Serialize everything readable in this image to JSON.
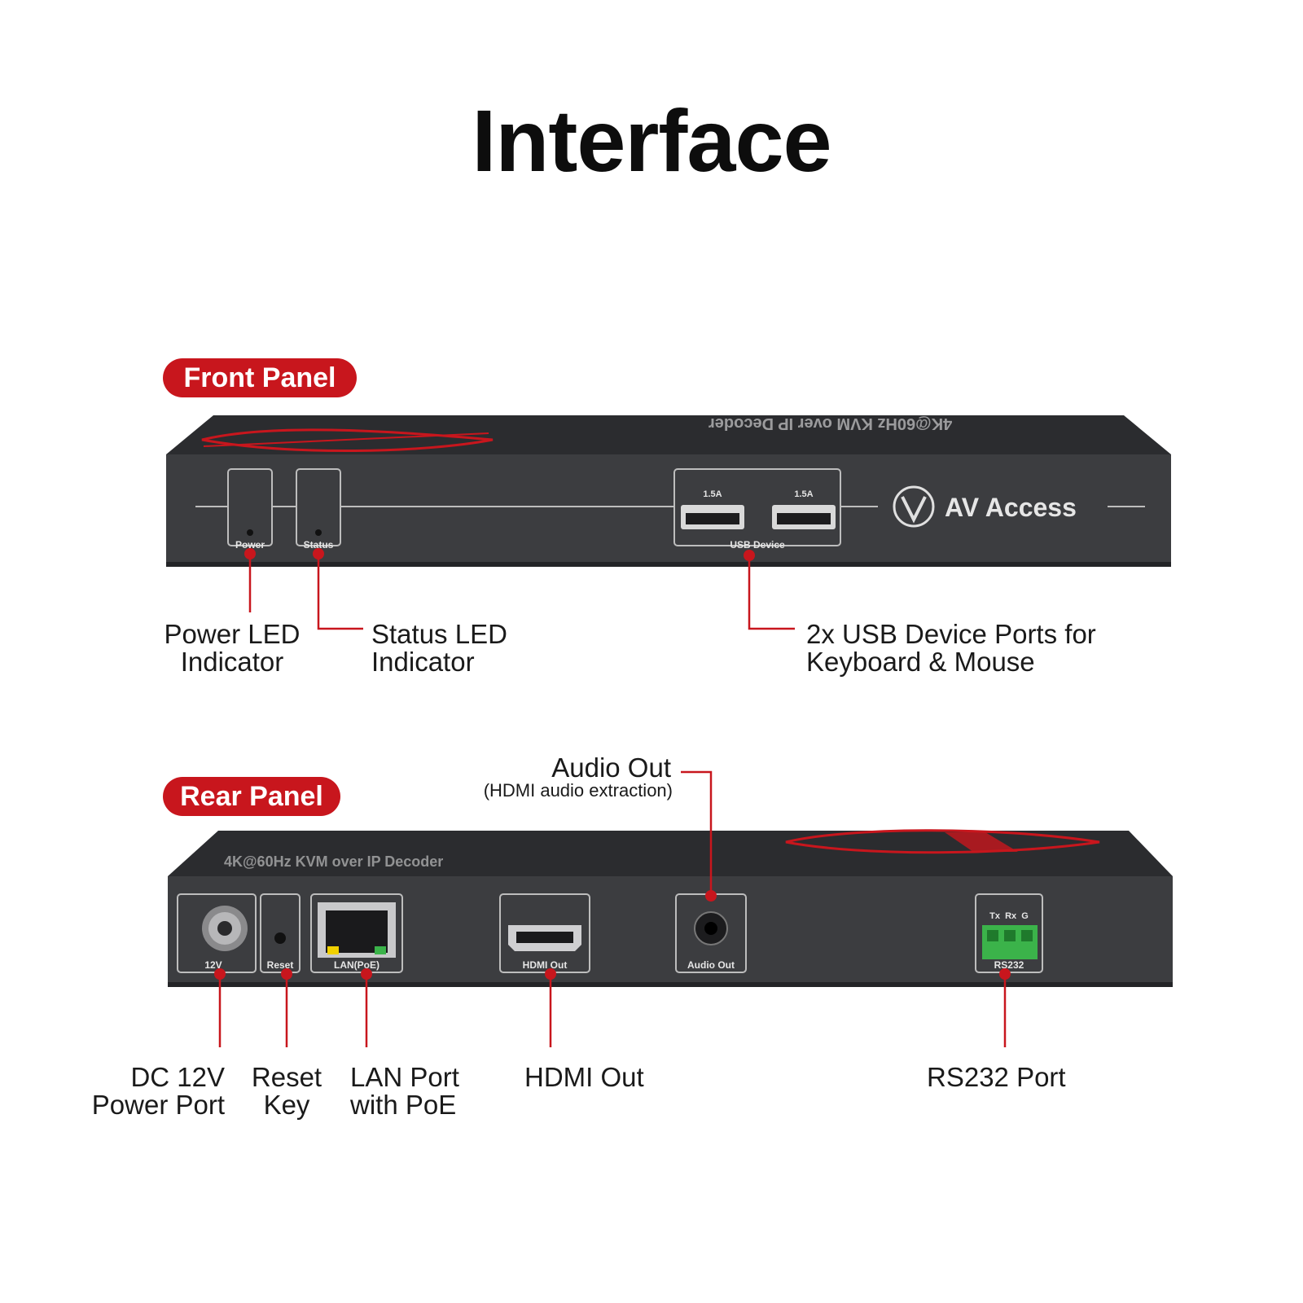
{
  "title": "Interface",
  "front": {
    "badge": "Front Panel",
    "device": {
      "top_text": "4K@60Hz KVM over IP Decoder",
      "power_label": "Power",
      "status_label": "Status",
      "usb_rating_1": "1.5A",
      "usb_rating_2": "1.5A",
      "usb_label": "USB Device",
      "brand": "AV Access"
    },
    "callouts": {
      "power_line1": "Power LED",
      "power_line2": "Indicator",
      "status_line1": "Status LED",
      "status_line2": "Indicator",
      "usb_line1": "2x USB Device Ports for",
      "usb_line2": "Keyboard & Mouse"
    }
  },
  "rear": {
    "badge": "Rear Panel",
    "device": {
      "top_text": "4K@60Hz KVM over IP Decoder",
      "dc_label": "12V",
      "reset_label": "Reset",
      "lan_label": "LAN(PoE)",
      "hdmi_label": "HDMI Out",
      "audio_label": "Audio Out",
      "rs232_pins": "Tx  Rx  G",
      "rs232_label": "RS232"
    },
    "callouts": {
      "audio_line1": "Audio Out",
      "audio_line2": "(HDMI audio extraction)",
      "dc_line1": "DC 12V",
      "dc_line2": "Power Port",
      "reset_line1": "Reset",
      "reset_line2": "Key",
      "lan_line1": "LAN Port",
      "lan_line2": "with PoE",
      "hdmi_line1": "HDMI Out",
      "rs232_line1": "RS232 Port"
    }
  },
  "colors": {
    "accent_red": "#c8161d",
    "device_body": "#3a3b3e",
    "device_top": "#2a2b2d",
    "terminal_green": "#3bb34a"
  }
}
